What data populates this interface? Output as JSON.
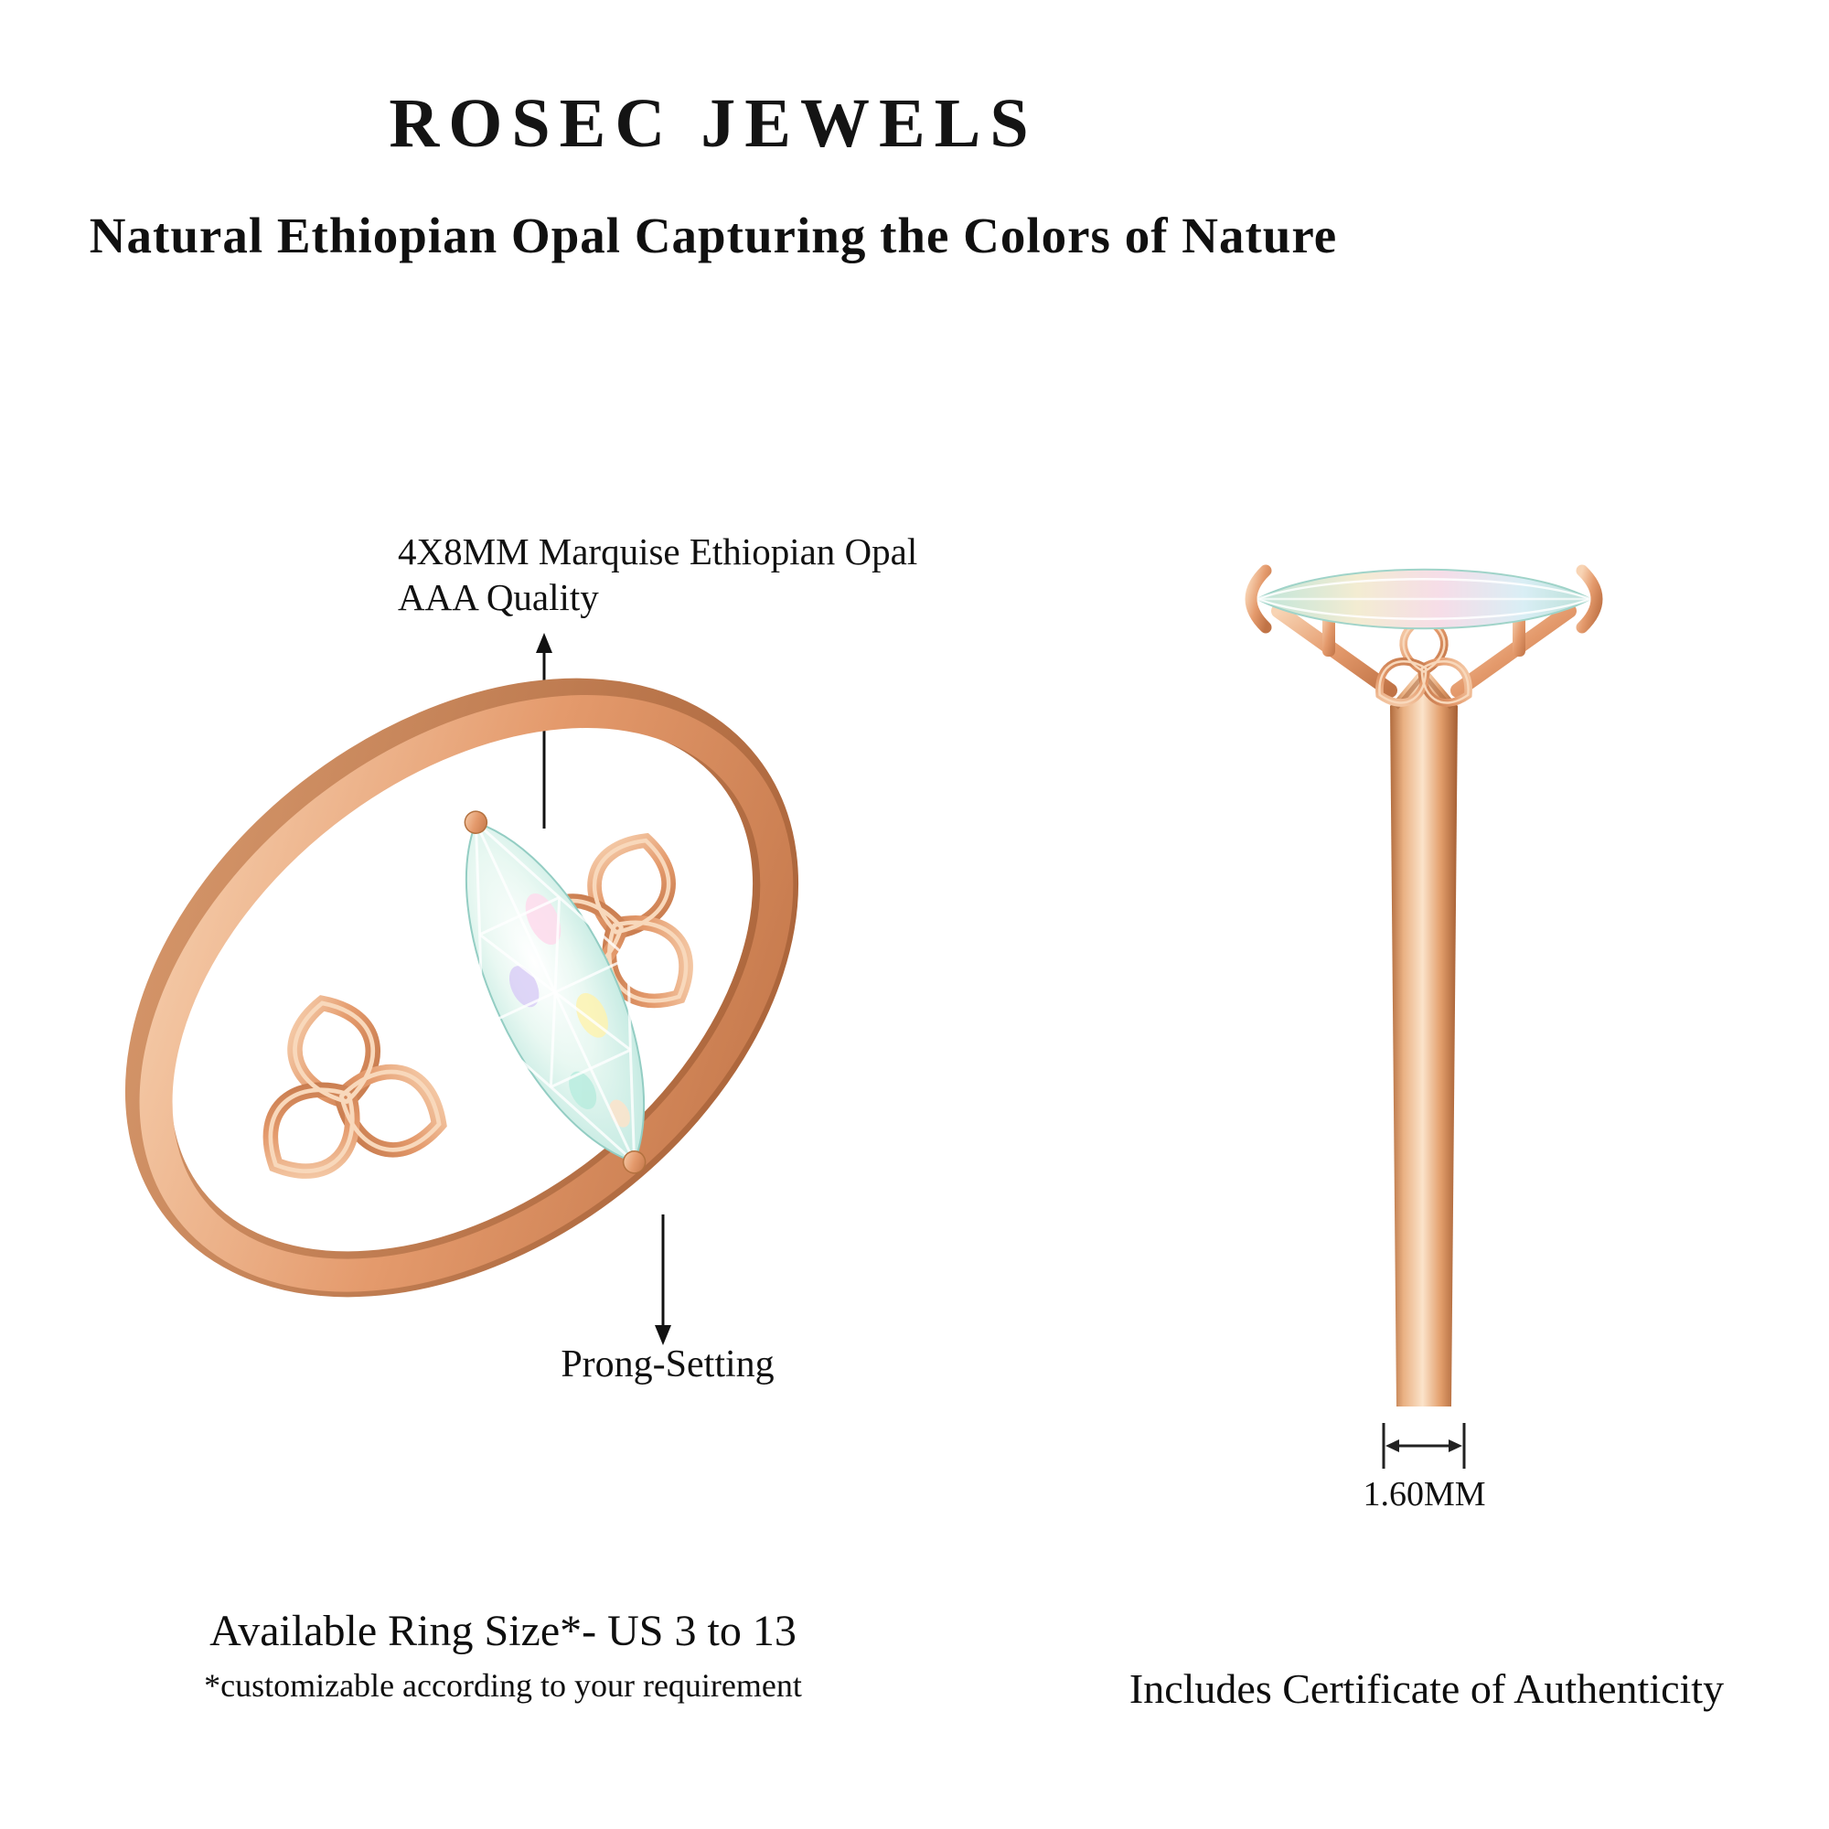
{
  "header": {
    "brand": "ROSEC JEWELS",
    "tagline": "Natural Ethiopian Opal Capturing the Colors of Nature"
  },
  "annotations": {
    "stone_line1": "4X8MM Marquise Ethiopian Opal",
    "stone_line2": "AAA Quality",
    "prong": "Prong-Setting",
    "band_width": "1.60MM"
  },
  "footer": {
    "ring_size": "Available Ring Size*- US 3 to 13",
    "ring_size_note": "*customizable according to your requirement",
    "certificate": "Includes Certificate of Authenticity"
  },
  "colors": {
    "rose_gold": "#e49a6c",
    "rose_gold_light": "#f8d4b4",
    "rose_gold_dark": "#c07346",
    "opal_base": "#cdeee6",
    "text": "#1a1a1a",
    "background": "#ffffff"
  }
}
